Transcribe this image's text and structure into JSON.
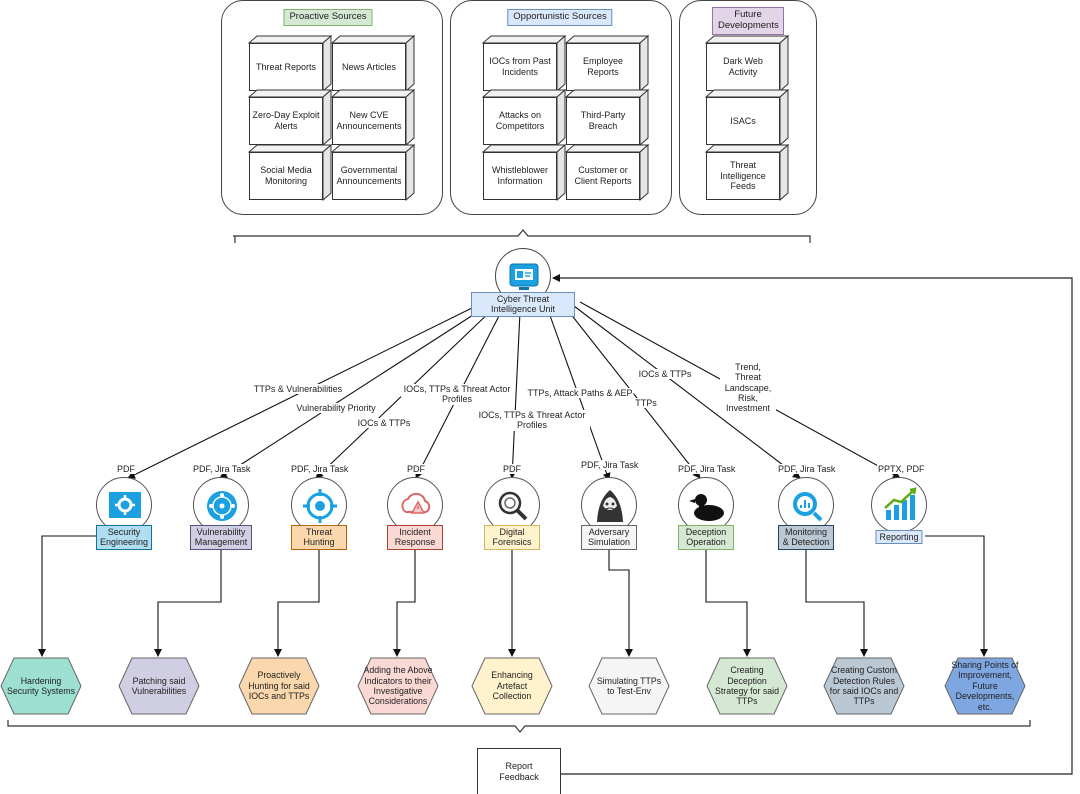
{
  "groups": [
    {
      "id": "proactive",
      "label": "Proactive Sources",
      "label_bg": "#d5e8d4",
      "label_border": "#82b366",
      "items": [
        "Threat Reports",
        "News Articles",
        "Zero-Day Exploit Alerts",
        "New CVE Announcements",
        "Social Media Monitoring",
        "Governmental Announcements"
      ]
    },
    {
      "id": "opportunistic",
      "label": "Opportunistic Sources",
      "label_bg": "#dae8fc",
      "label_border": "#6c8ebf",
      "items": [
        "IOCs from Past Incidents",
        "Employee Reports",
        "Attacks on Competitors",
        "Third-Party Breach",
        "Whistleblower Information",
        "Customer or Client Reports"
      ]
    },
    {
      "id": "future",
      "label": "Future Developments",
      "label_bg": "#e1d5e7",
      "label_border": "#9673a6",
      "items": [
        "Dark Web Activity",
        "ISACs",
        "Threat Intelligence Feeds"
      ]
    }
  ],
  "center": {
    "label": "Cyber Threat Intelligence Unit",
    "icon": "monitor-icon"
  },
  "edge_labels": [
    {
      "id": "tv",
      "text": "TTPs & Vulnerabilities"
    },
    {
      "id": "vp",
      "text": "Vulnerability Priority"
    },
    {
      "id": "it",
      "text": "IOCs & TTPs"
    },
    {
      "id": "itta",
      "text": "IOCs, TTPs & Threat Actor Profiles"
    },
    {
      "id": "itta2",
      "text": "IOCs, TTPs & Threat Actor Profiles"
    },
    {
      "id": "tap",
      "text": "TTPs, Attack Paths & AEP"
    },
    {
      "id": "ttps",
      "text": "TTPs"
    },
    {
      "id": "it2",
      "text": "IOCs & TTPs"
    },
    {
      "id": "trend",
      "text": "Trend, Threat Landscape, Risk, Investment"
    }
  ],
  "departments": [
    {
      "id": "security-engineering",
      "label": "Security Engineering",
      "format": "PDF",
      "icon": "gear-icon",
      "tag_bg": "#b1ddf0",
      "tag_border": "#10739e",
      "outcome": "Hardening Security Systems",
      "outcome_bg": "#9de0d2"
    },
    {
      "id": "vulnerability-management",
      "label": "Vulnerability Management",
      "format": "PDF, Jira Task",
      "icon": "network-icon",
      "tag_bg": "#d0cee2",
      "tag_border": "#56517e",
      "outcome": "Patching said Vulnerabilities",
      "outcome_bg": "#d0cee2"
    },
    {
      "id": "threat-hunting",
      "label": "Threat Hunting",
      "format": "PDF, Jira Task",
      "icon": "crosshair-icon",
      "tag_bg": "#fad7ac",
      "tag_border": "#b46504",
      "outcome": "Proactively Hunting for said IOCs and TTPs",
      "outcome_bg": "#fad7ac"
    },
    {
      "id": "incident-response",
      "label": "Incident Response",
      "format": "PDF",
      "icon": "cloud-alert-icon",
      "tag_bg": "#fad9d5",
      "tag_border": "#ae4132",
      "outcome": "Adding the Above Indicators to their Investigative Considerations",
      "outcome_bg": "#fad9d5"
    },
    {
      "id": "digital-forensics",
      "label": "Digital Forensics",
      "format": "PDF",
      "icon": "magnifier-icon",
      "tag_bg": "#fff2cc",
      "tag_border": "#d6b656",
      "outcome": "Enhancing Artefact Collection",
      "outcome_bg": "#fff2cc"
    },
    {
      "id": "adversary-simulation",
      "label": "Adversary Simulation",
      "format": "PDF, Jira Task",
      "icon": "hacker-icon",
      "tag_bg": "#f5f5f5",
      "tag_border": "#666666",
      "outcome": "Simulating TTPs to Test-Env",
      "outcome_bg": "#f5f5f5"
    },
    {
      "id": "deception-operation",
      "label": "Deception Operation",
      "format": "PDF, Jira Task",
      "icon": "duck-icon",
      "tag_bg": "#d5e8d4",
      "tag_border": "#82b366",
      "outcome": "Creating Deception Strategy for said TTPs",
      "outcome_bg": "#d5e8d4"
    },
    {
      "id": "monitoring-detection",
      "label": "Monitoring & Detection",
      "format": "PDF, Jira Task",
      "icon": "search-chart-icon",
      "tag_bg": "#bac8d3",
      "tag_border": "#23445d",
      "outcome": "Creating Custom Detection Rules for said IOCs and TTPs",
      "outcome_bg": "#bac8d3"
    },
    {
      "id": "reporting",
      "label": "Reporting",
      "format": "PPTX, PDF",
      "icon": "bar-chart-icon",
      "tag_bg": "#dae8fc",
      "tag_border": "#6c8ebf",
      "outcome": "Sharing Points of Improvement, Future Developments, etc.",
      "outcome_bg": "#7ea6e0"
    }
  ],
  "report_feedback": "Report Feedback"
}
